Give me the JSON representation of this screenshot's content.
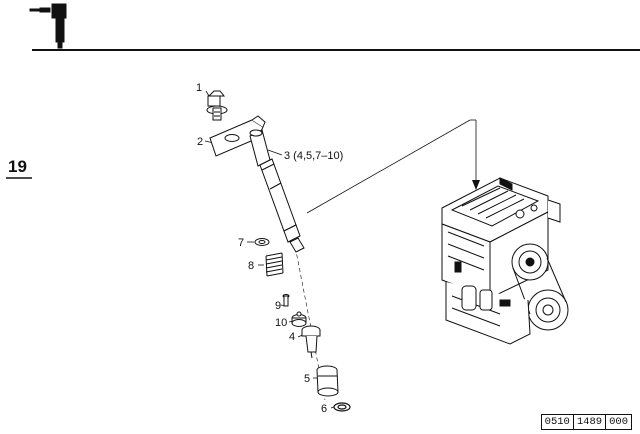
{
  "page": {
    "section_number": "19"
  },
  "callouts": {
    "c1": "1",
    "c2": "2",
    "c3": "3 (4,5,7–10)",
    "c7": "7",
    "c8": "8",
    "c9": "9",
    "c10": "10",
    "c4": "4",
    "c5": "5",
    "c6": "6"
  },
  "doc_ref": {
    "part1": "0510",
    "part2": "1489",
    "part3": "000"
  },
  "icons": {
    "header": "injector-icon",
    "engine": "engine-illustration"
  }
}
